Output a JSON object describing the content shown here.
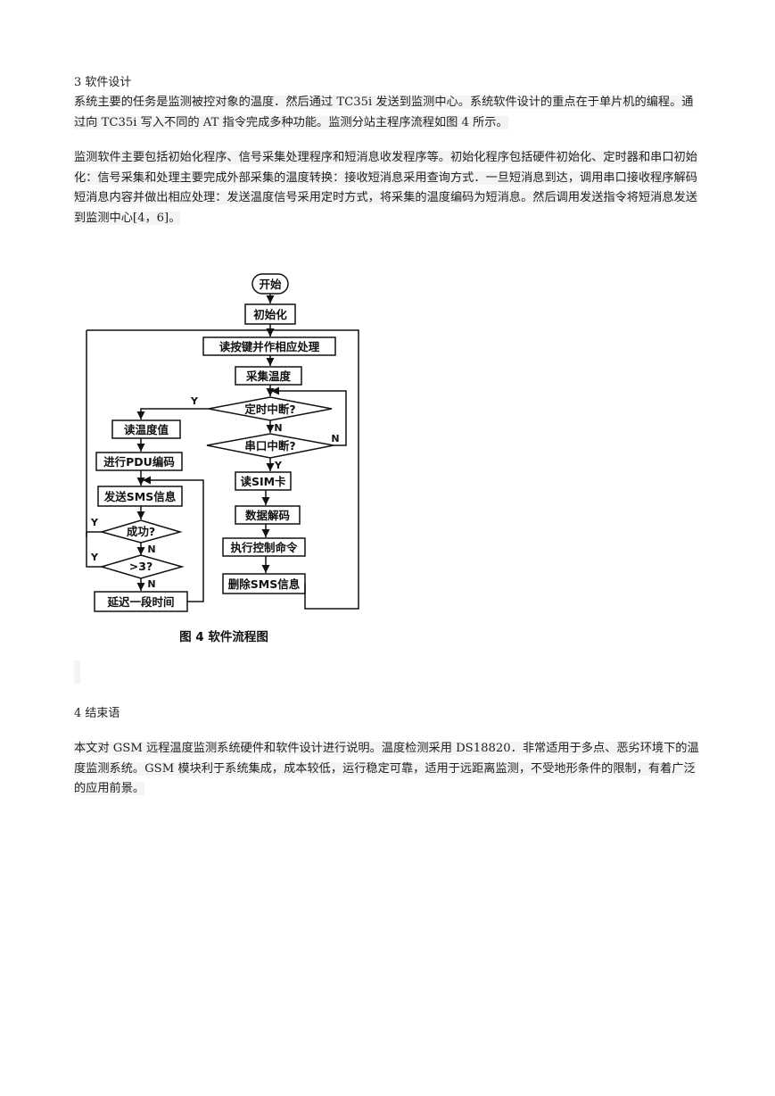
{
  "section3": {
    "title": "3 软件设计",
    "para1": "系统主要的任务是监测被控对象的温度．然后通过 TC35i 发送到监测中心。系统软件设计的重点在于单片机的编程。通过向 TC35i 写入不同的 AT 指令完成多种功能。监测分站主程序流程如图 4 所示。",
    "para2": "监测软件主要包括初始化程序、信号采集处理程序和短消息收发程序等。初始化程序包括硬件初始化、定时器和串口初始化：信号采集和处理主要完成外部采集的温度转换：接收短消息采用查询方式．一旦短消息到达，调用串口接收程序解码短消息内容并做出相应处理：发送温度信号采用定时方式，将采集的温度编码为短消息。然后调用发送指令将短消息发送到监测中心[4，6]。"
  },
  "flowchart": {
    "start": "开始",
    "init": "初始化",
    "read_keys": "读按键并作相应处理",
    "collect_temp": "采集温度",
    "timer_int": "定时中断?",
    "serial_int": "串口中断?",
    "read_temp": "读温度值",
    "pdu_encode": "进行PDU编码",
    "send_sms": "发送SMS信息",
    "success": "成功?",
    "gt3": ">3?",
    "delay": "延迟一段时间",
    "read_sim": "读SIM卡",
    "decode": "数据解码",
    "exec_cmd": "执行控制命令",
    "delete_sms": "删除SMS信息",
    "yes": "Y",
    "no": "N",
    "caption": "图 4  软件流程图"
  },
  "section4": {
    "title": "4 结束语",
    "para": "本文对 GSM 远程温度监测系统硬件和软件设计进行说明。温度检测采用 DS18820．非常适用于多点、恶劣环境下的温度监测系统。GSM 模块利于系统集成，成本较低，运行稳定可靠，适用于远距离监测，不受地形条件的限制，有着广泛的应用前景。"
  }
}
